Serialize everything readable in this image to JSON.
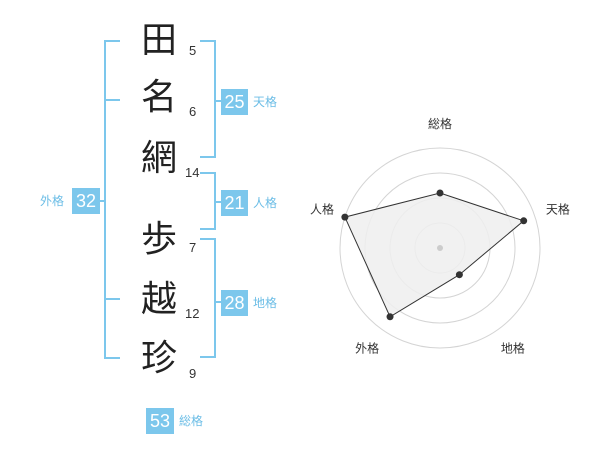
{
  "name": {
    "surname": [
      {
        "char": "田",
        "strokes": "5"
      },
      {
        "char": "名",
        "strokes": "6"
      },
      {
        "char": "網",
        "strokes": "14"
      }
    ],
    "given": [
      {
        "char": "歩",
        "strokes": "7"
      },
      {
        "char": "越",
        "strokes": "12"
      },
      {
        "char": "珍",
        "strokes": "9"
      }
    ]
  },
  "kakusu": {
    "gaikaku": {
      "value": "32",
      "label": "外格"
    },
    "tenkaku": {
      "value": "25",
      "label": "天格"
    },
    "jinkaku": {
      "value": "21",
      "label": "人格"
    },
    "chikaku": {
      "value": "28",
      "label": "地格"
    },
    "soukaku": {
      "value": "53",
      "label": "総格"
    }
  },
  "colors": {
    "accent": "#7cc7ec",
    "text": "#222222"
  },
  "chart_data": {
    "type": "radar",
    "axes": [
      "総格",
      "天格",
      "地格",
      "外格",
      "人格"
    ],
    "values": [
      0.55,
      0.88,
      0.33,
      0.85,
      1.0
    ],
    "range": [
      0,
      1
    ],
    "rings": 4,
    "title": ""
  }
}
